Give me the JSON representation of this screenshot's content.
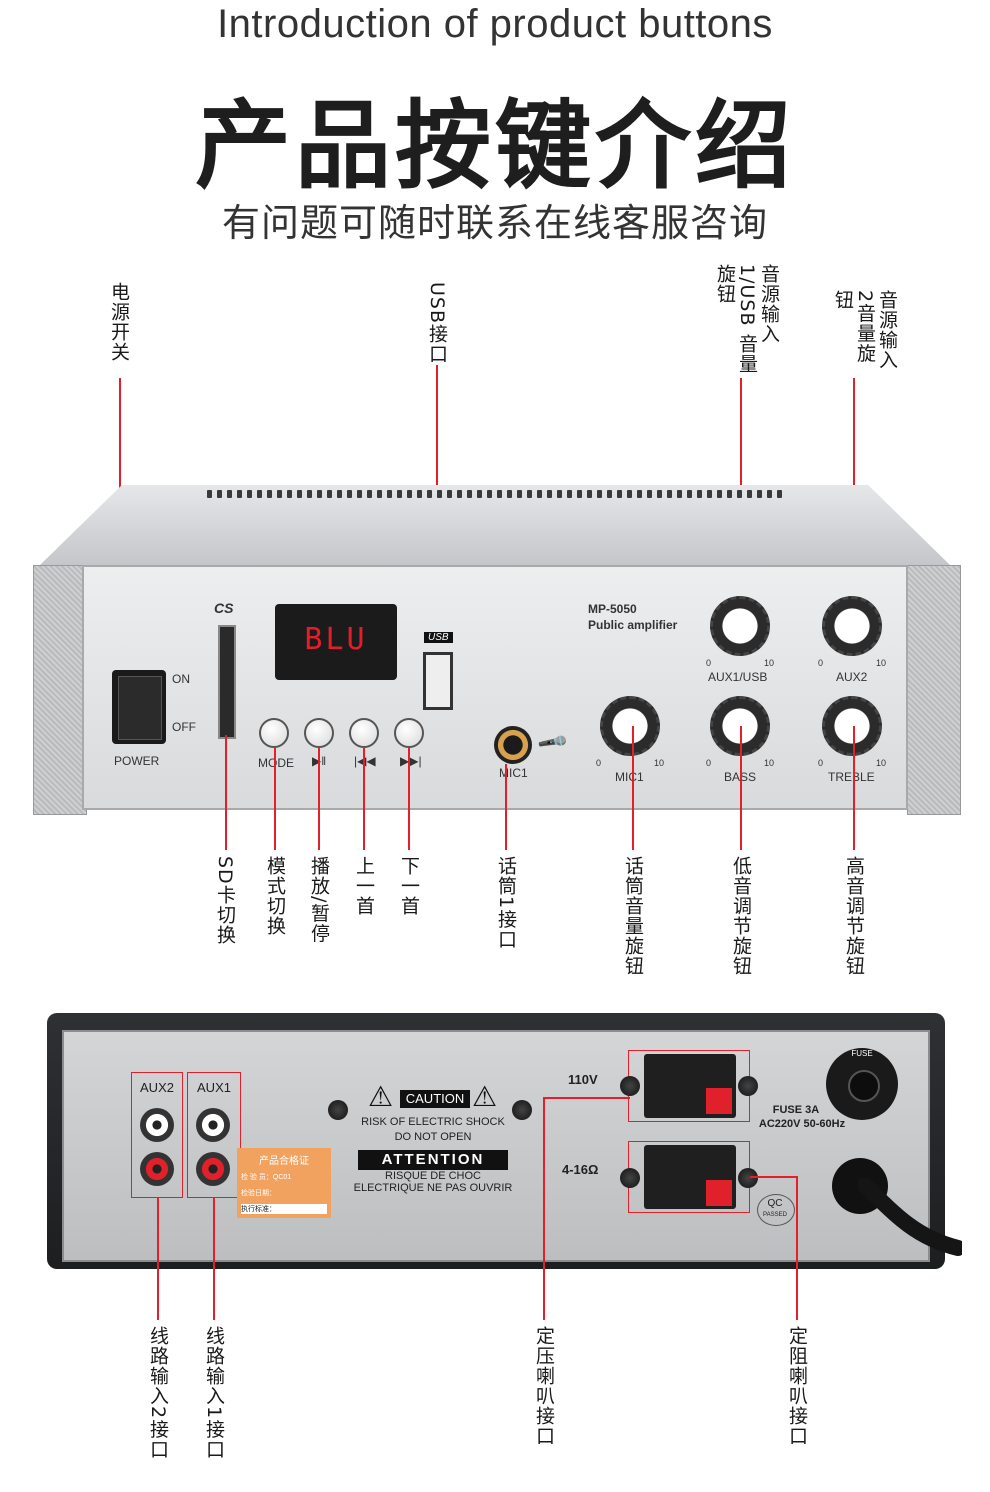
{
  "header": {
    "title_en": "Introduction of product buttons",
    "title_cn": "产品按键介绍",
    "subtitle": "有问题可随时联系在线客服咨询"
  },
  "front": {
    "labels_top": {
      "power": "电源开关",
      "usb": "USB接口",
      "aux1": "音源输入1/USB 音量旋钮",
      "aux2": "音源输入2音量旋钮"
    },
    "labels_bottom": {
      "sd": "SD卡切换",
      "mode": "模式切换",
      "play": "播放/暂停",
      "prev": "上一首",
      "next": "下一首",
      "mic1_jack": "话筒1接口",
      "mic_vol": "话筒音量旋钮",
      "bass": "低音调节旋钮",
      "treble": "高音调节旋钮"
    },
    "panel": {
      "model": "MP-5050",
      "desc": "Public amplifier",
      "display": "BLU",
      "on": "ON",
      "off": "OFF",
      "power": "POWER",
      "mode": "MODE",
      "usb_tag": "USB",
      "mic1": "MIC1",
      "knob_aux1": "AUX1/USB",
      "knob_aux2": "AUX2",
      "knob_mic1": "MIC1",
      "knob_bass": "BASS",
      "knob_treble": "TREBLE",
      "scale_min": "0",
      "scale_max": "10",
      "logo": "CS"
    }
  },
  "rear": {
    "aux2": "AUX2",
    "aux1": "AUX1",
    "v110": "110V",
    "ohm": "4-16Ω",
    "fuse": "FUSE 3A",
    "ac": "AC220V 50-60Hz",
    "fuse_ring": "FUSE",
    "caution": "CAUTION",
    "risk1": "RISK OF ELECTRIC SHOCK",
    "risk2": "DO NOT OPEN",
    "attention": "ATTENTION",
    "fr1": "RISQUE DE CHOC",
    "fr2": "ELECTRIQUE NE PAS OUVRIR",
    "cert_title": "产品合格证",
    "cert_line1": "检 验 员：QC01",
    "cert_line2": "检验日期：",
    "cert_line3": "执行标准：",
    "qc": "QC",
    "qc_passed": "PASSED",
    "labels_bottom": {
      "line2": "线路输入2接口",
      "line1": "线路输入1接口",
      "const_v": "定压喇叭接口",
      "const_r": "定阻喇叭接口"
    }
  }
}
